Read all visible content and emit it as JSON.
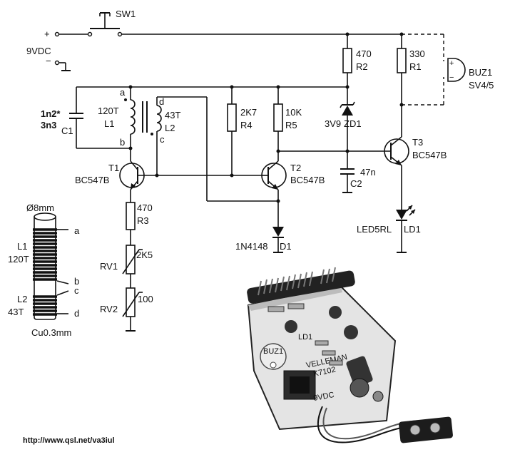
{
  "supply": {
    "plus": "+",
    "minus": "−",
    "voltage": "9VDC"
  },
  "switch": {
    "ref": "SW1"
  },
  "buzzer": {
    "ref": "BUZ1",
    "type": "SV4/5",
    "plus": "+",
    "minus": "−"
  },
  "resistors": {
    "r2": {
      "value": "470",
      "ref": "R2"
    },
    "r1": {
      "value": "330",
      "ref": "R1"
    },
    "r4": {
      "value": "2K7",
      "ref": "R4"
    },
    "r5": {
      "value": "10K",
      "ref": "R5"
    },
    "r3": {
      "value": "470",
      "ref": "R3"
    }
  },
  "zener": {
    "value": "3V9",
    "ref": "ZD1"
  },
  "capacitors": {
    "c1": {
      "value1": "1n2*",
      "value2": "3n3",
      "ref": "C1"
    },
    "c2": {
      "value": "47n",
      "ref": "C2"
    }
  },
  "coils": {
    "l1": {
      "turns": "120T",
      "ref": "L1",
      "pin_a": "a",
      "pin_b": "b"
    },
    "l2": {
      "turns": "43T",
      "ref": "L2",
      "pin_c": "c",
      "pin_d": "d"
    }
  },
  "transistors": {
    "t1": {
      "ref": "T1",
      "type": "BC547B"
    },
    "t2": {
      "ref": "T2",
      "type": "BC547B"
    },
    "t3": {
      "ref": "T3",
      "type": "BC547B"
    }
  },
  "diode": {
    "ref": "D1",
    "type": "1N4148"
  },
  "led": {
    "type": "LED5RL",
    "ref": "LD1"
  },
  "pots": {
    "rv1": {
      "ref": "RV1",
      "value": "2K5"
    },
    "rv2": {
      "ref": "RV2",
      "value": "100"
    }
  },
  "coil_detail": {
    "diameter": "Ø8mm",
    "l1": "L1",
    "l1_turns": "120T",
    "l2": "L2",
    "l2_turns": "43T",
    "a": "a",
    "b": "b",
    "c": "c",
    "d": "d",
    "wire": "Cu0.3mm"
  },
  "board_photo": {
    "brand": "VELLEMAN",
    "model": "K7102",
    "buz": "BUZ1",
    "ld": "LD1",
    "vdc": "9VDC"
  },
  "footer": {
    "url": "http://www.qsl.net/va3iul"
  }
}
